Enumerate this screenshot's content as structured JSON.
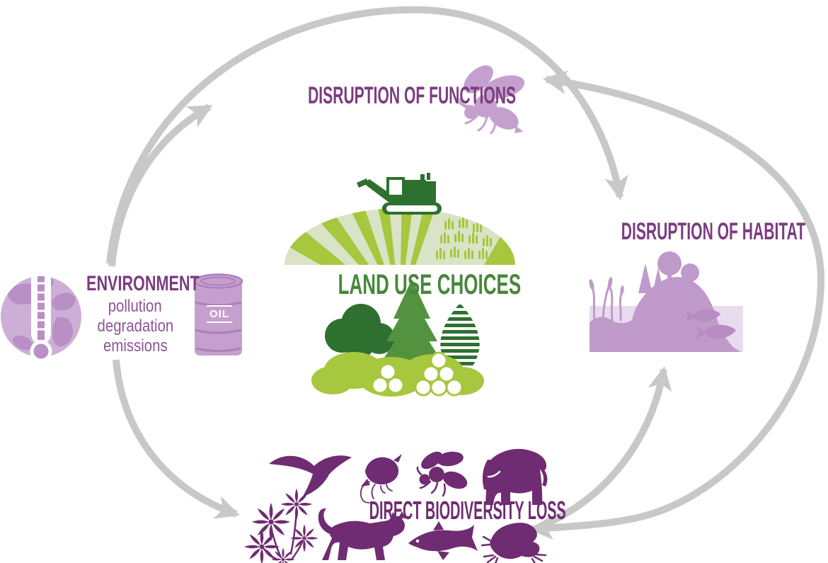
{
  "nodes": {
    "center": {
      "label": "LAND USE CHOICES"
    },
    "functions": {
      "label": "DISRUPTION OF FUNCTIONS"
    },
    "habitat": {
      "label": "DISRUPTION OF HABITAT"
    },
    "environment": {
      "label": "ENVIRONMENT",
      "items": [
        "pollution",
        "degradation",
        "emissions"
      ],
      "barrel_label": "OIL"
    },
    "biodiversity": {
      "label": "DIRECT BIODIVERSITY LOSS"
    }
  },
  "icons": [
    "bee-icon",
    "globe-thermometer-icon",
    "oil-barrel-icon",
    "farmland-hill-icon",
    "combine-harvester-icon",
    "corn-field-icon",
    "deciduous-tree-icon",
    "conifer-tree-icon",
    "striped-tree-icon",
    "bush-and-logs-icon",
    "habitat-landscape-icon",
    "reed-icon",
    "fish-icon",
    "albatross-icon",
    "shrimp-icon",
    "wasp-icon",
    "elephant-icon",
    "plant-icon",
    "panther-icon",
    "tuna-icon",
    "frog-icon",
    "arrowhead-icon"
  ],
  "colors": {
    "purple_dark": "#7b3c80",
    "purple_deep": "#6f2c72",
    "purple_sub": "#8d5596",
    "purple_light": "#c5a0ce",
    "purple_mid": "#c09aca",
    "purple_pale": "#e7dbee",
    "purple_line": "#ad7fbc",
    "purple_blob": "#b98fc5",
    "purple_globe": "#cdaed6",
    "purple_fish": "#b78cc2",
    "green_dark": "#2e7030",
    "green_title": "#47873a",
    "green_mid": "#53923f",
    "green_bright": "#a6c73e",
    "green_pale": "#dae3c6",
    "gray_arrow": "#c8c8c8"
  }
}
